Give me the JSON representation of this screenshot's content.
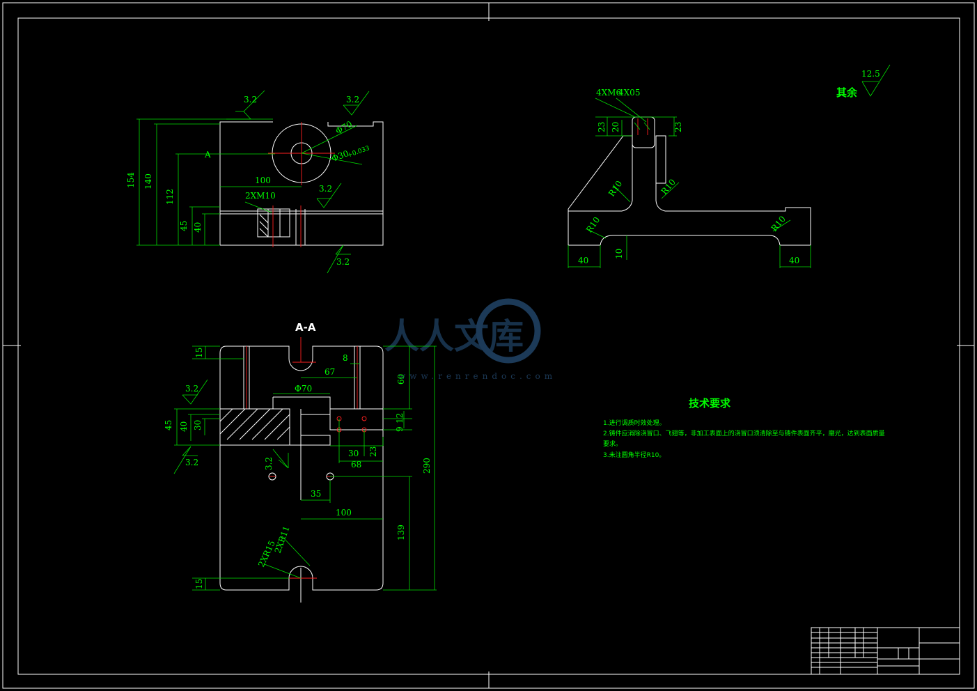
{
  "drawing": {
    "roughness_other": "其余",
    "roughness_other_value": "12.5",
    "section_label": "A-A",
    "section_mark": "A",
    "top_view": {
      "roughness": [
        "3.2",
        "3.2",
        "3.2",
        "3.2"
      ],
      "dims": {
        "d154": "154",
        "d140": "140",
        "d112": "112",
        "d45": "45",
        "d40": "40",
        "d100": "100",
        "phi70": "Φ70",
        "phi30": "Φ30",
        "phi30_tol": "+0.033",
        "m10": "2XM10"
      }
    },
    "side_view": {
      "thread_labels": [
        "4XM6",
        "4X05"
      ],
      "dims": {
        "d23a": "23",
        "d20": "20",
        "d23b": "23",
        "r10a": "R10",
        "r10b": "R10",
        "r10c": "R10",
        "r10d": "R10",
        "d40a": "40",
        "d10": "10",
        "d40b": "40"
      }
    },
    "section_view": {
      "roughness": [
        "3.2",
        "3.2",
        "3.2"
      ],
      "dims": {
        "d15a": "15",
        "d8": "8",
        "d67": "67",
        "phi70": "Φ70",
        "d60": "60",
        "d45": "45",
        "d40": "40",
        "d30a": "30",
        "d12": "12",
        "d9": "9",
        "d30b": "30",
        "d68": "68",
        "d23": "23",
        "d35": "35",
        "d100": "100",
        "d290": "290",
        "d139": "139",
        "r11": "2XR11",
        "r15": "2XR15",
        "d15b": "15"
      }
    }
  },
  "notes": {
    "title": "技术要求",
    "items": [
      "1.进行调质时效处理。",
      "2.铸件应消除浇冒口、飞翅等，非加工表面上的浇冒口须清除至与铸件表面齐平，磨光，达到表面质量",
      "要求。",
      "3.未注圆角半径R10。"
    ]
  },
  "watermark": {
    "text": "人人文库",
    "url": "www.renrendoc.com"
  }
}
